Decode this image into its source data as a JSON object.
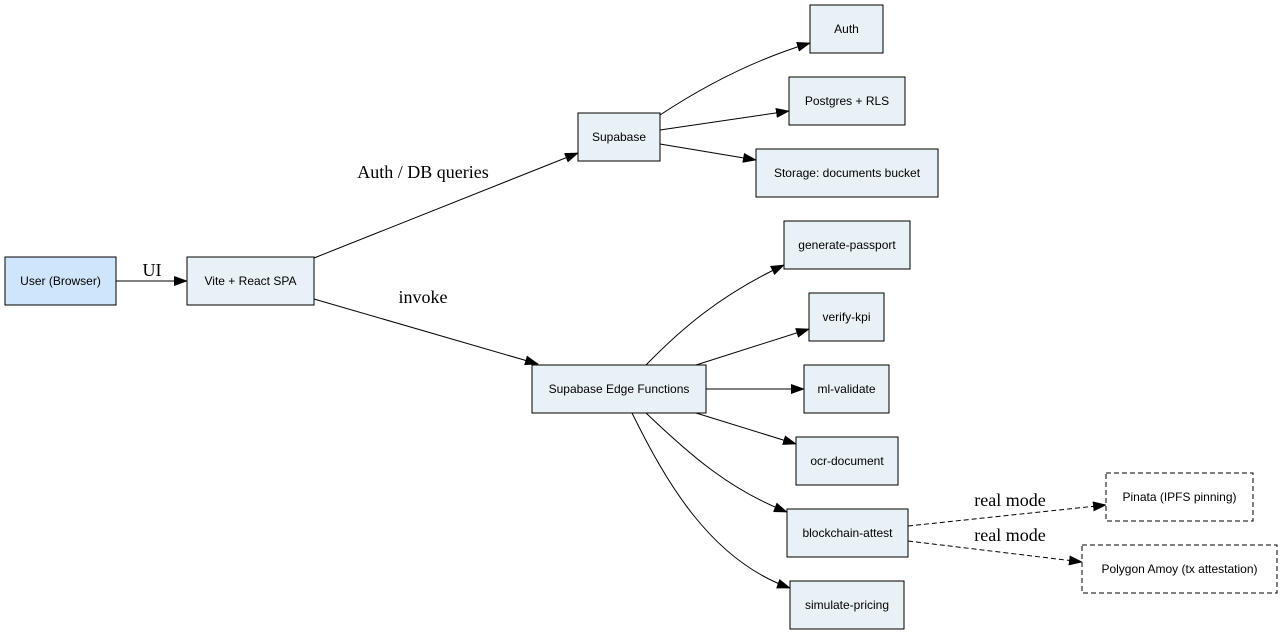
{
  "colors": {
    "user_fill": "#cfe5fb",
    "node_fill": "#e8f1f5",
    "external_fill": "#ffffff",
    "stroke": "#000000"
  },
  "nodes": {
    "user": {
      "label": "User (Browser)"
    },
    "spa": {
      "label": "Vite + React SPA"
    },
    "supabase": {
      "label": "Supabase"
    },
    "auth": {
      "label": "Auth"
    },
    "postgres": {
      "label": "Postgres + RLS"
    },
    "storage": {
      "label": "Storage: documents bucket"
    },
    "edge": {
      "label": "Supabase Edge Functions"
    },
    "generate_passport": {
      "label": "generate-passport"
    },
    "verify_kpi": {
      "label": "verify-kpi"
    },
    "ml_validate": {
      "label": "ml-validate"
    },
    "ocr_document": {
      "label": "ocr-document"
    },
    "blockchain_attest": {
      "label": "blockchain-attest"
    },
    "simulate_pricing": {
      "label": "simulate-pricing"
    },
    "pinata": {
      "label": "Pinata (IPFS pinning)"
    },
    "polygon": {
      "label": "Polygon Amoy (tx attestation)"
    }
  },
  "edges": [
    {
      "from": "user",
      "to": "spa",
      "label": "UI",
      "style": "solid"
    },
    {
      "from": "spa",
      "to": "supabase",
      "label": "Auth / DB queries",
      "style": "solid"
    },
    {
      "from": "spa",
      "to": "edge",
      "label": "invoke",
      "style": "solid"
    },
    {
      "from": "supabase",
      "to": "auth",
      "label": "",
      "style": "solid"
    },
    {
      "from": "supabase",
      "to": "postgres",
      "label": "",
      "style": "solid"
    },
    {
      "from": "supabase",
      "to": "storage",
      "label": "",
      "style": "solid"
    },
    {
      "from": "edge",
      "to": "generate_passport",
      "label": "",
      "style": "solid"
    },
    {
      "from": "edge",
      "to": "verify_kpi",
      "label": "",
      "style": "solid"
    },
    {
      "from": "edge",
      "to": "ml_validate",
      "label": "",
      "style": "solid"
    },
    {
      "from": "edge",
      "to": "ocr_document",
      "label": "",
      "style": "solid"
    },
    {
      "from": "edge",
      "to": "blockchain_attest",
      "label": "",
      "style": "solid"
    },
    {
      "from": "edge",
      "to": "simulate_pricing",
      "label": "",
      "style": "solid"
    },
    {
      "from": "blockchain_attest",
      "to": "pinata",
      "label": "real mode",
      "style": "dashed"
    },
    {
      "from": "blockchain_attest",
      "to": "polygon",
      "label": "real mode",
      "style": "dashed"
    }
  ]
}
